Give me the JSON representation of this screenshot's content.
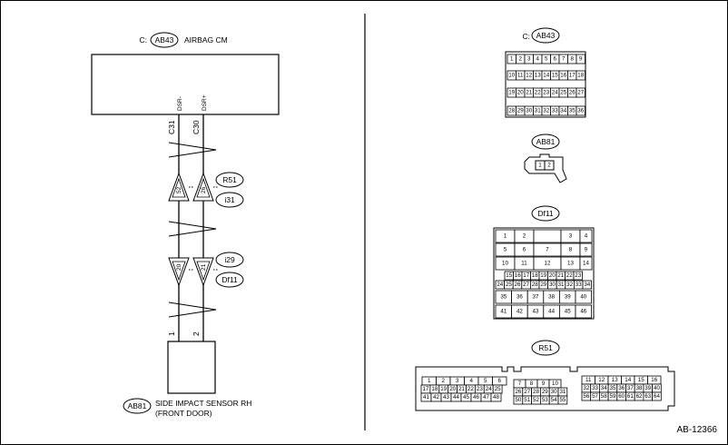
{
  "figure_id": "AB-12366",
  "left": {
    "cm": {
      "ref": "AB43",
      "prefix": "C:",
      "name": "AIRBAG CM"
    },
    "sensor": {
      "ref": "AB81",
      "name_line1": "SIDE IMPACT SENSOR RH",
      "name_line2": "(FRONT DOOR)"
    },
    "terms": {
      "dsr_minus": "DSR-",
      "dsr_plus": "DSR+"
    },
    "cm_pins": [
      "C31",
      "C30"
    ],
    "r51": {
      "ref": "R51",
      "pins": [
        "52",
        "26"
      ]
    },
    "i31": {
      "ref": "i31"
    },
    "i29": {
      "ref": "i29",
      "pins": [
        "20",
        "21"
      ]
    },
    "df11": {
      "ref": "Df11"
    },
    "sensor_pins": [
      "1",
      "2"
    ]
  },
  "right": {
    "ab43": {
      "prefix": "C:",
      "ref": "AB43",
      "rows": [
        [
          "1",
          "2",
          "3",
          "4",
          "5",
          "6",
          "7",
          "8",
          "9"
        ],
        [
          "10",
          "11",
          "12",
          "13",
          "14",
          "15",
          "16",
          "17",
          "18"
        ],
        [
          "19",
          "20",
          "21",
          "22",
          "23",
          "24",
          "25",
          "26",
          "27"
        ],
        [
          "28",
          "29",
          "30",
          "31",
          "32",
          "33",
          "34",
          "35",
          "36"
        ]
      ]
    },
    "ab81": {
      "ref": "AB81",
      "pins": [
        "1",
        "2"
      ]
    },
    "df11": {
      "ref": "Df11",
      "top": [
        [
          "1",
          "2",
          "",
          "3",
          "4"
        ],
        [
          "5",
          "6",
          "7",
          "8",
          "9"
        ],
        [
          "10",
          "11",
          "12",
          "13",
          "14"
        ]
      ],
      "mid": [
        [
          "15",
          "16",
          "17",
          "18",
          "19",
          "20",
          "21",
          "22",
          "23"
        ],
        [
          "24",
          "25",
          "26",
          "27",
          "28",
          "29",
          "30",
          "31",
          "32",
          "33",
          "34"
        ]
      ],
      "bot": [
        [
          "35",
          "36",
          "37",
          "38",
          "39",
          "40"
        ],
        [
          "41",
          "42",
          "43",
          "44",
          "45",
          "46"
        ]
      ]
    },
    "r51": {
      "ref": "R51",
      "left": [
        [
          "1",
          "2",
          "3",
          "4",
          "5",
          "6"
        ],
        [
          "17",
          "18",
          "19",
          "20",
          "21",
          "22",
          "23",
          "24",
          "25"
        ],
        [
          "41",
          "42",
          "43",
          "44",
          "45",
          "46",
          "47",
          "48"
        ]
      ],
      "middle": [
        [
          "7",
          "8",
          "9",
          "10"
        ],
        [
          "26",
          "27",
          "28",
          "29",
          "30",
          "31"
        ],
        [
          "50",
          "51",
          "52",
          "53",
          "54",
          "55"
        ]
      ],
      "right": [
        [
          "11",
          "12",
          "13",
          "14",
          "15",
          "16"
        ],
        [
          "32",
          "33",
          "34",
          "35",
          "36",
          "37",
          "38",
          "39",
          "40"
        ],
        [
          "56",
          "57",
          "58",
          "59",
          "60",
          "61",
          "62",
          "63",
          "64"
        ]
      ]
    }
  }
}
